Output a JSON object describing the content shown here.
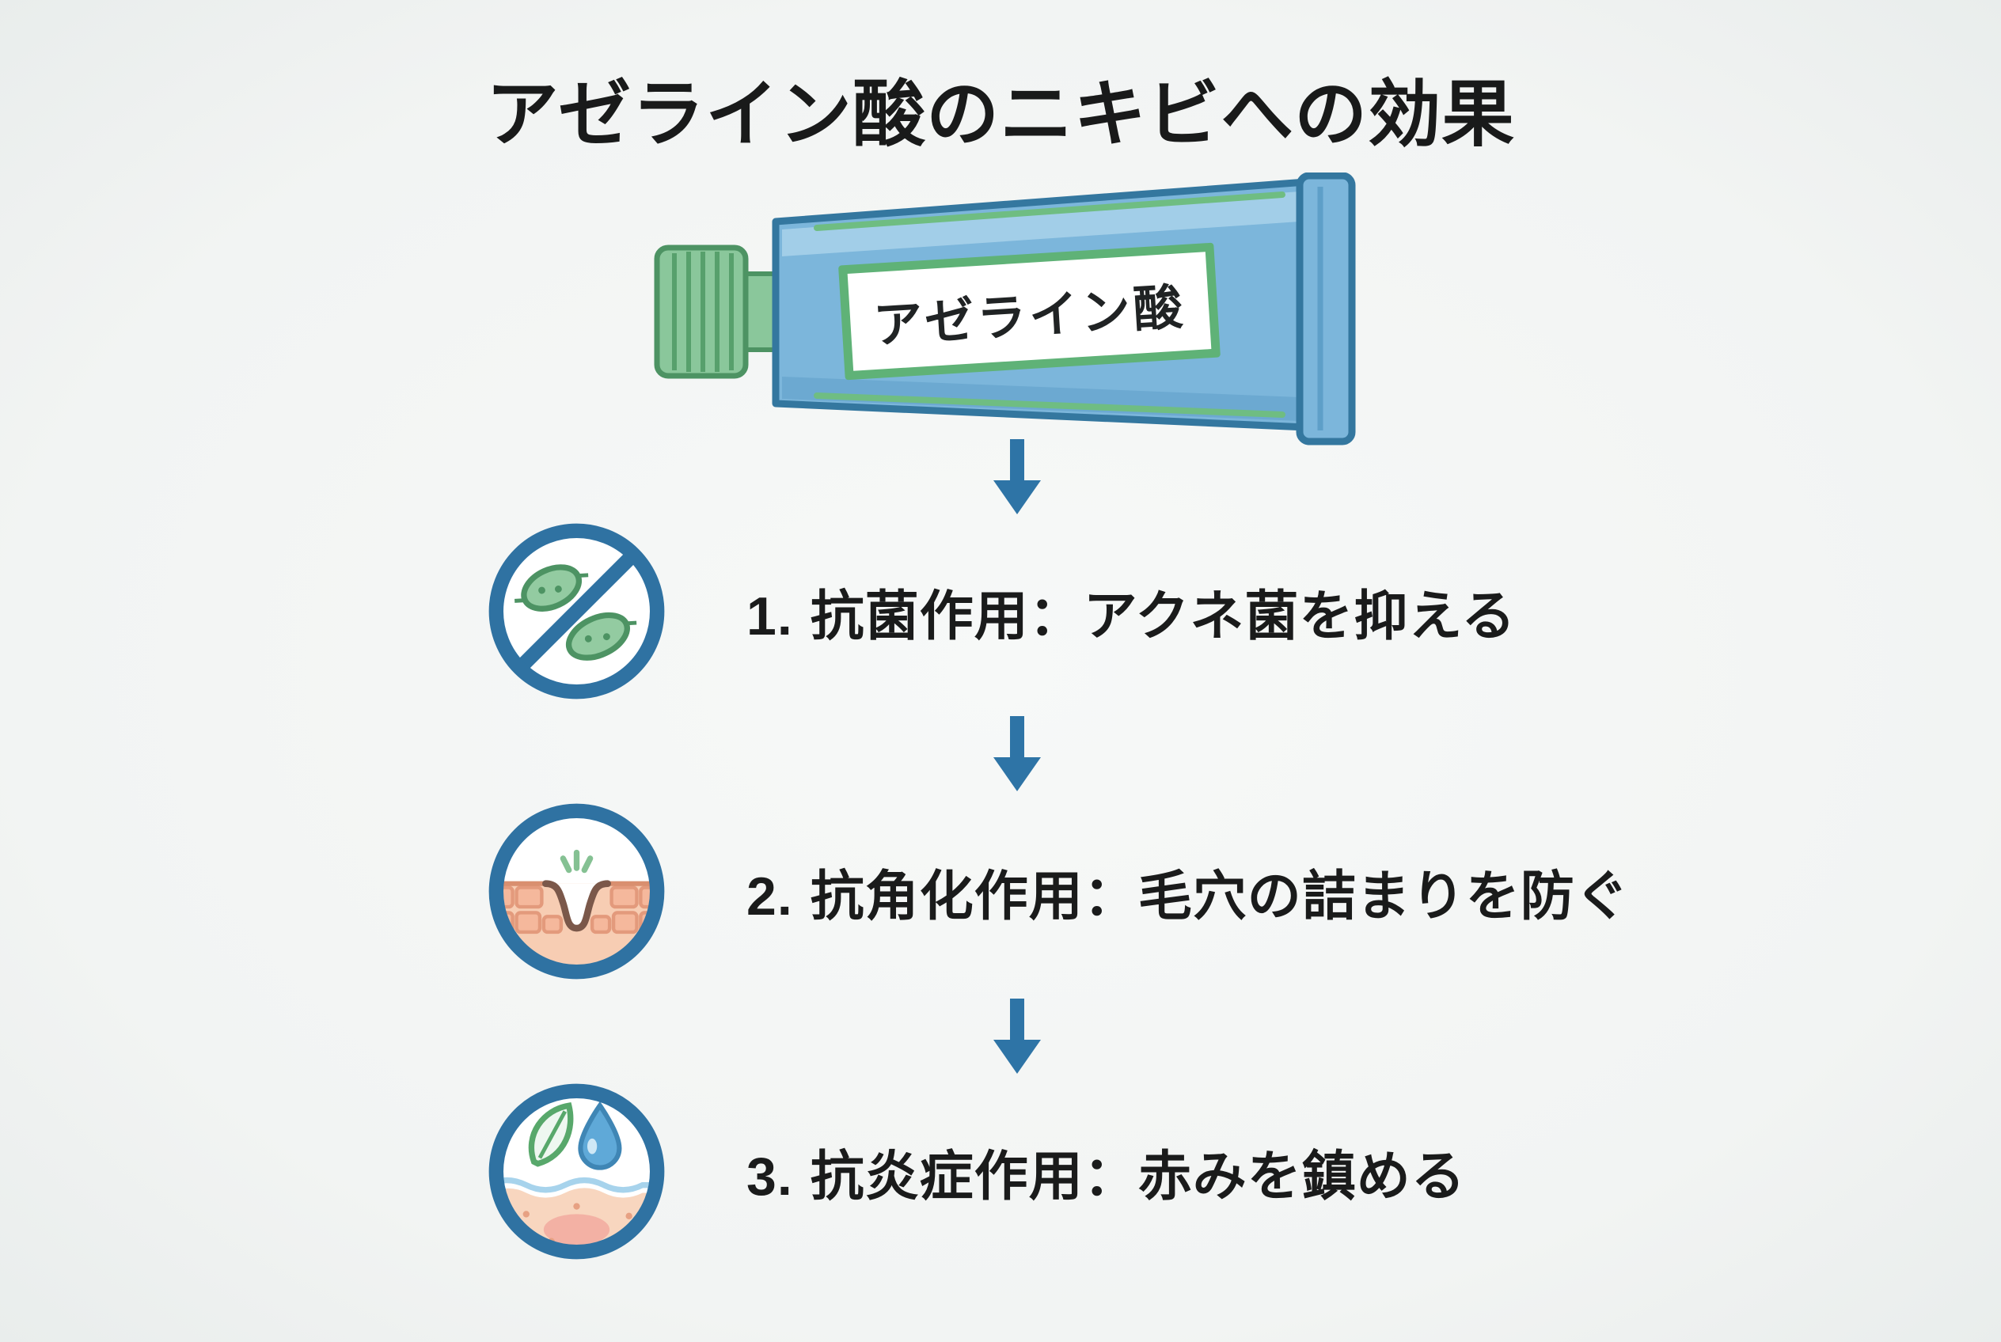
{
  "page": {
    "title": "アゼライン酸のニキビへの効果",
    "background_color": "#f2f4f3",
    "title_color": "#191a1a"
  },
  "tube": {
    "label": "アゼライン酸",
    "body_color": "#7cb6db",
    "outline_color": "#34779f",
    "cap_color": "#8ac79b",
    "cap_outline_color": "#4d9363",
    "label_border_color": "#5fb277",
    "accent_stripe_color": "#6fbd82"
  },
  "arrow": {
    "color": "#2e74a6"
  },
  "icon_ring_color": "#2f72a2",
  "steps": [
    {
      "number": "1.",
      "label": "抗菌作用：アクネ菌を抑える",
      "icon": "no-bacteria-icon"
    },
    {
      "number": "2.",
      "label": "抗角化作用：毛穴の詰まりを防ぐ",
      "icon": "clogged-pore-icon"
    },
    {
      "number": "3.",
      "label": "抗炎症作用：赤みを鎮める",
      "icon": "soothing-skin-icon"
    }
  ],
  "icon_colors": {
    "bacteria_green": "#93cba1",
    "skin_peach": "#f7cdb3",
    "cell_pink": "#f5b89c",
    "droplet_blue": "#5fa9d8",
    "leaf_green": "#58a86b",
    "blush_pink": "#f2a49b"
  }
}
